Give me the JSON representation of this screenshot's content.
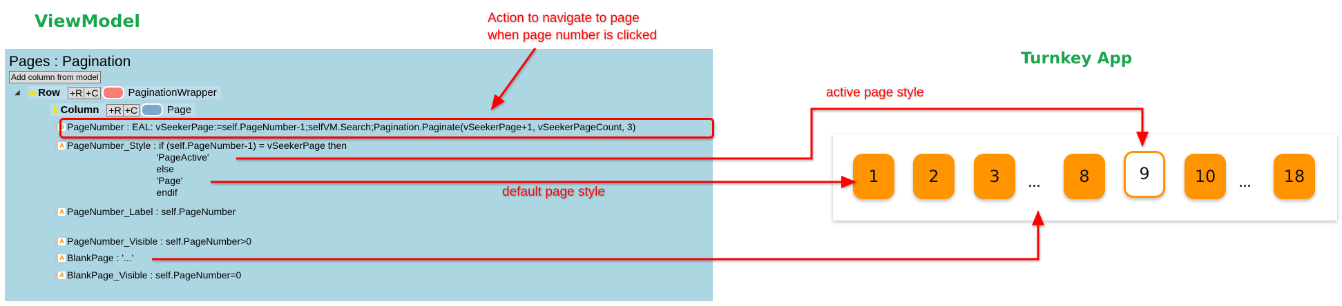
{
  "headings": {
    "viewmodel": "ViewModel",
    "turnkey_app": "Turnkey App"
  },
  "annotations": {
    "action_line1": "Action to navigate to page",
    "action_line2": "when page number is clicked",
    "active_style": "active page style",
    "default_style": "default page style"
  },
  "panel": {
    "title": "Pages : Pagination",
    "add_column_button": "Add column from model",
    "row": {
      "label": "Row",
      "add_r": "+R",
      "add_c": "+C",
      "color": "#f87e73",
      "name": "PaginationWrapper"
    },
    "column": {
      "label": "Column",
      "add_r": "+R",
      "add_c": "+C",
      "color": "#7aa8cc",
      "name": "Page"
    },
    "properties": [
      {
        "name": "PageNumber",
        "expr": [
          " : EAL: vSeekerPage:=self.PageNumber-1;selfVM.Search;Pagination.Paginate(vSeekerPage+1, vSeekerPageCount, 3)"
        ],
        "icon": "action-icon"
      },
      {
        "name": "PageNumber_Style",
        "expr": [
          " : if (self.PageNumber-1) = vSeekerPage then",
          "'PageActive'",
          "else",
          "'Page'",
          "endif"
        ],
        "icon": "attribute-icon"
      },
      {
        "name": "PageNumber_Label",
        "expr": [
          " : self.PageNumber"
        ],
        "icon": "attribute-icon"
      },
      {
        "name": "PageNumber_Visible",
        "expr": [
          " : self.PageNumber>0"
        ],
        "icon": "attribute-icon"
      },
      {
        "name": "BlankPage",
        "expr": [
          " : '...'"
        ],
        "icon": "attribute-icon"
      },
      {
        "name": "BlankPage_Visible",
        "expr": [
          " : self.PageNumber=0"
        ],
        "icon": "attribute-icon"
      }
    ]
  },
  "pagination": {
    "pages": [
      "1",
      "2",
      "3",
      "8",
      "9",
      "10",
      "18"
    ],
    "active_page": "9",
    "ellipsis": "...",
    "colors": {
      "page_bg": "#ff9300",
      "active_bg": "#ffffff",
      "active_border": "#ff9300"
    }
  }
}
